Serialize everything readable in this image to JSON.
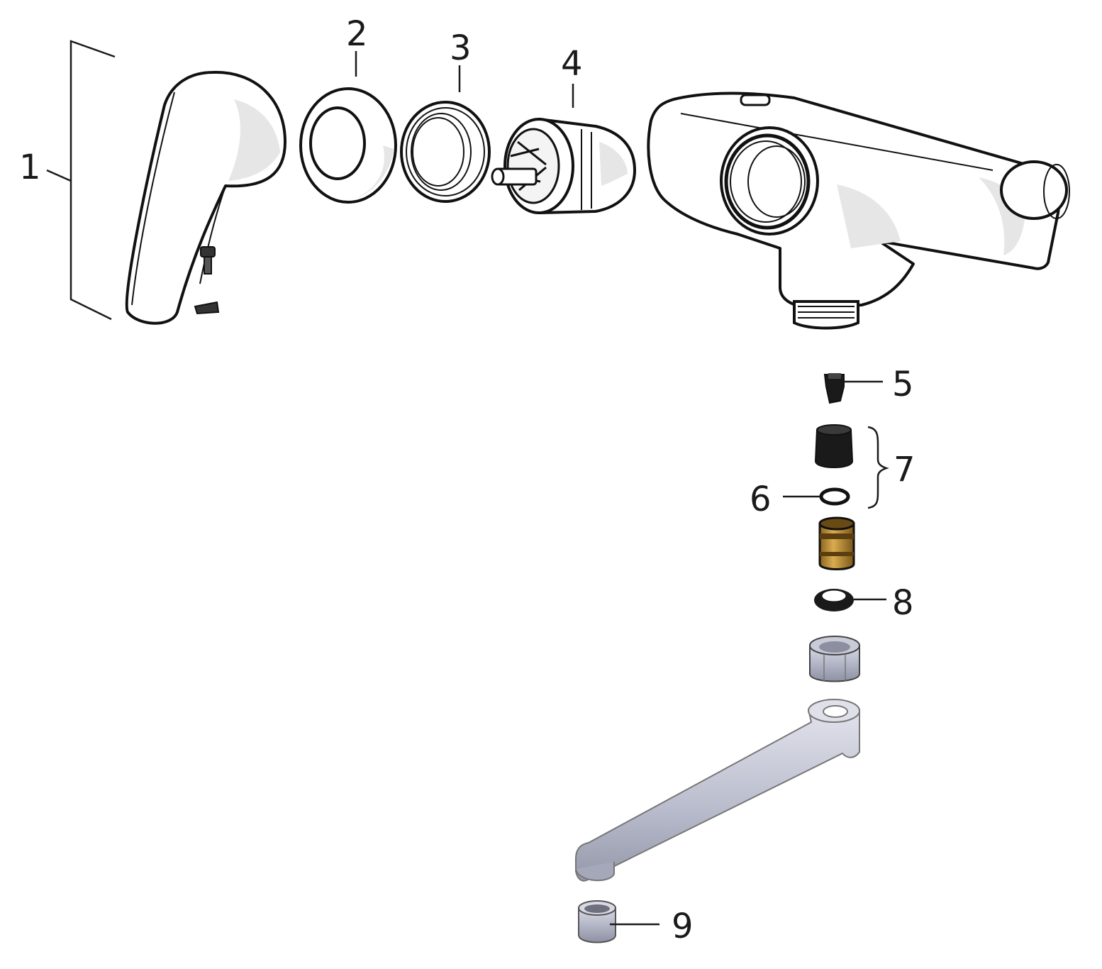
{
  "callouts": {
    "c1": "1",
    "c2": "2",
    "c3": "3",
    "c4": "4",
    "c5": "5",
    "c6": "6",
    "c7": "7",
    "c8": "8",
    "c9": "9"
  },
  "colors": {
    "line": "#111111",
    "brass": "#c99a3a",
    "rubber": "#1a1a1a",
    "chrome": "#b7bac9"
  }
}
